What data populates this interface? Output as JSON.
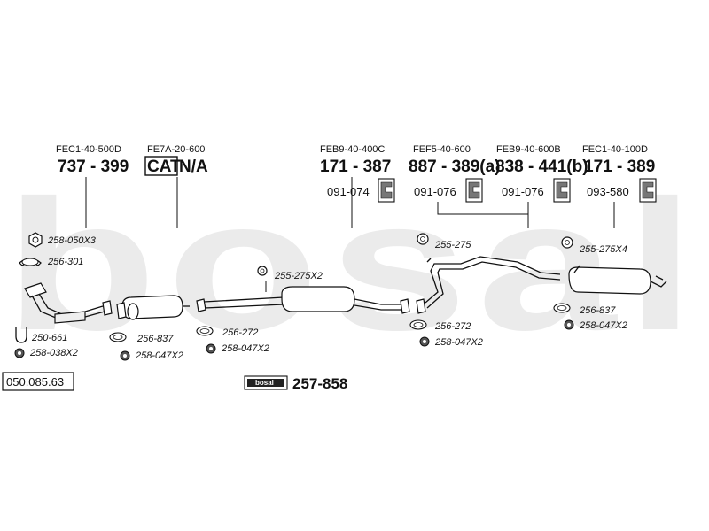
{
  "catalog_number": "050.085.63",
  "kit": {
    "logo_text": "bosal",
    "number": "257-858"
  },
  "watermark_text": "bosal",
  "columns": [
    {
      "oem": "FEC1-40-500D",
      "part": "737 - 399"
    },
    {
      "oem": "FE7A-20-600",
      "cat_box": "CAT",
      "cat_suffix": "N/A"
    },
    {
      "oem": "FEB9-40-400C",
      "part": "171 - 387",
      "hardware": "091-074"
    },
    {
      "oem": "FEF5-40-600",
      "part": "887 - 389(a)",
      "hardware": "091-076"
    },
    {
      "oem": "FEB9-40-600B",
      "part": "838 - 441(b)",
      "hardware": "091-076"
    },
    {
      "oem": "FEC1-40-100D",
      "part": "171 - 389",
      "hardware": "093-580"
    }
  ],
  "fittings": {
    "nut_front": "258-050X3",
    "gasket_front": "256-301",
    "clamp_front": "250-661",
    "bolt_front": "258-038X2",
    "ring_cat": "256-837",
    "bolt_cat": "258-047X2",
    "ring_mid1": "256-272",
    "bolt_mid1": "258-047X2",
    "hanger_mid": "255-275X2",
    "hanger_int": "255-275",
    "ring_int": "256-272",
    "bolt_int": "258-047X2",
    "hanger_rear": "255-275X4",
    "ring_rear": "256-837",
    "bolt_rear": "258-047X2"
  }
}
